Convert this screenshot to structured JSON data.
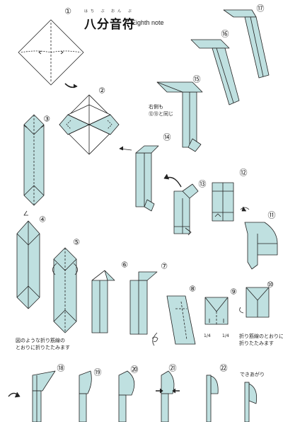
{
  "header": {
    "title": "八分音符",
    "subtitle": "Eighth note",
    "furigana": "はち ぶ おん ぷ"
  },
  "notes": {
    "right_side": "右側も\n⑫⑬と同じ",
    "step5_instruction": "図のような折り筋線の\nとおりに折りたたみます",
    "step10_instruction": "折り筋線のとおりに\n折りたたみます",
    "done": "できあがり"
  },
  "fractions": [
    "1/4",
    "1/4"
  ],
  "steps": [
    {
      "n": "1",
      "label": "①"
    },
    {
      "n": "2",
      "label": "②"
    },
    {
      "n": "3",
      "label": "③"
    },
    {
      "n": "4",
      "label": "④"
    },
    {
      "n": "5",
      "label": "⑤"
    },
    {
      "n": "6",
      "label": "⑥"
    },
    {
      "n": "7",
      "label": "⑦"
    },
    {
      "n": "8",
      "label": "⑧"
    },
    {
      "n": "9",
      "label": "⑨"
    },
    {
      "n": "10",
      "label": "⑩"
    },
    {
      "n": "11",
      "label": "⑪"
    },
    {
      "n": "12",
      "label": "⑫"
    },
    {
      "n": "13",
      "label": "⑬"
    },
    {
      "n": "14",
      "label": "⑭"
    },
    {
      "n": "15",
      "label": "⑮"
    },
    {
      "n": "16",
      "label": "⑯"
    },
    {
      "n": "17",
      "label": "⑰"
    },
    {
      "n": "18",
      "label": "⑱"
    },
    {
      "n": "19",
      "label": "⑲"
    },
    {
      "n": "20",
      "label": "⑳"
    },
    {
      "n": "21",
      "label": "㉑"
    },
    {
      "n": "22",
      "label": "㉒"
    }
  ],
  "colors": {
    "paper_front": "#ffffff",
    "paper_back": "#bfe0e0",
    "line": "#222222"
  }
}
